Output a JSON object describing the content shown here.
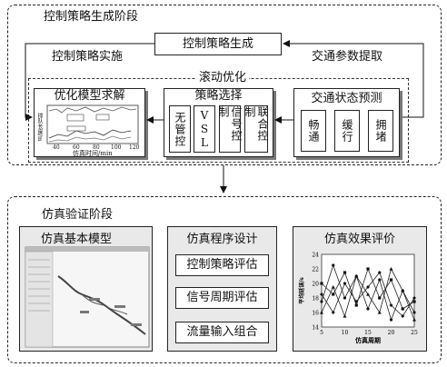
{
  "stage1": {
    "title": "控制策略生成阶段",
    "generate": "控制策略生成",
    "implement": "控制策略实施",
    "extract": "交通参数提取",
    "rolling": "滚动优化",
    "model_solve": "优化模型求解",
    "strategy_select": "策略选择",
    "strategies": [
      "无管控",
      "VSL",
      "信号控制",
      "联合控制"
    ],
    "traffic_predict": "交通状态预测",
    "states": [
      "畅通",
      "缓行",
      "拥堵"
    ],
    "mini_chart": {
      "ylabel": "排队长度/m",
      "xlabel": "仿真时间/min",
      "ticks": [
        "40",
        "60",
        "80",
        "100",
        "120"
      ]
    }
  },
  "stage2": {
    "title": "仿真验证阶段",
    "basic_model": "仿真基本模型",
    "program_design": "仿真程序设计",
    "program_items": [
      "控制策略评估",
      "信号周期评估",
      "流量输入组合"
    ],
    "effect_eval": "仿真效果评价"
  },
  "chart_data": {
    "type": "line",
    "xlabel": "仿真周期",
    "ylabel": "平均延误/s",
    "x": [
      5,
      10,
      15,
      20,
      25
    ],
    "xlim": [
      5,
      25
    ],
    "ylim": [
      14,
      24
    ],
    "yticks": [
      14,
      16,
      18,
      20,
      22,
      24
    ],
    "series": [
      {
        "values": [
          17.5,
          22.5,
          18.0,
          21.0,
          16.5,
          20.5,
          15.0,
          19.0,
          16.0
        ]
      },
      {
        "values": [
          20.0,
          18.5,
          21.5,
          17.0,
          22.0,
          18.0,
          20.5,
          16.5,
          17.5
        ]
      },
      {
        "values": [
          16.0,
          19.5,
          15.5,
          21.0,
          18.5,
          16.0,
          22.0,
          19.0,
          15.0
        ]
      },
      {
        "values": [
          18.5,
          16.0,
          20.0,
          17.5,
          19.5,
          21.5,
          17.0,
          15.5,
          18.0
        ]
      }
    ]
  }
}
